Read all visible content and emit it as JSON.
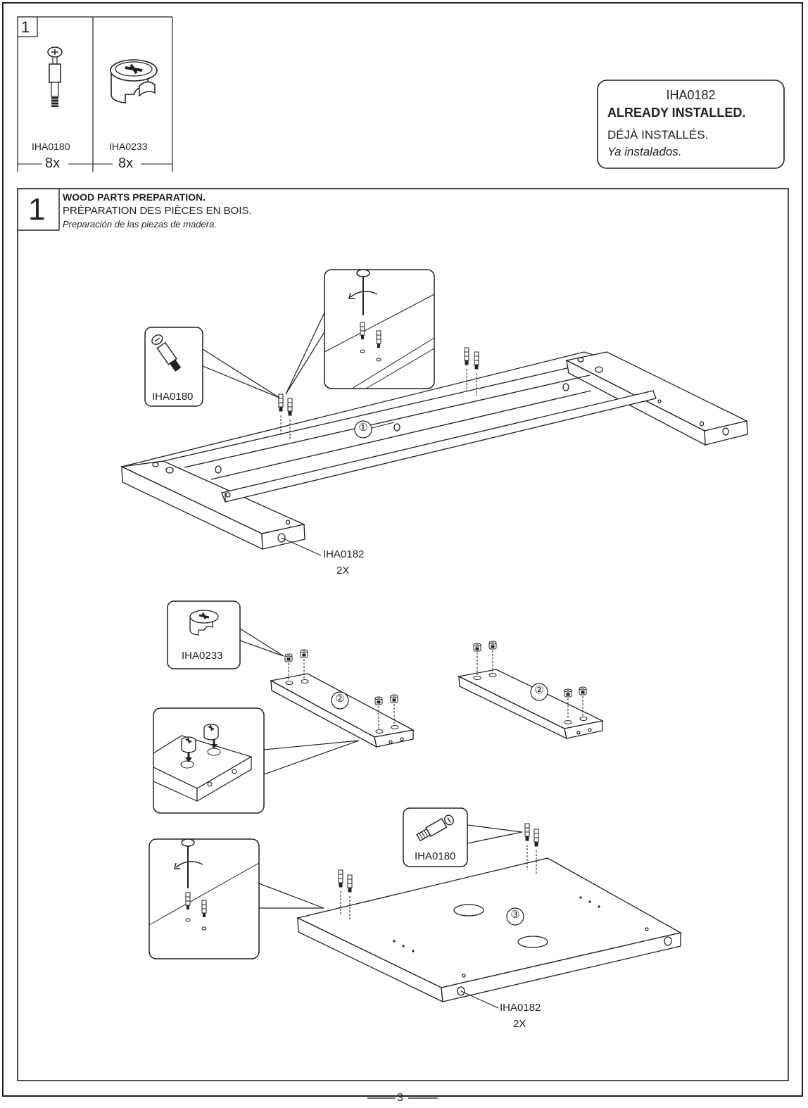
{
  "page": {
    "number": "3"
  },
  "parts_box": {
    "box_number": "1",
    "parts": [
      {
        "code": "IHA0180",
        "qty": "8x",
        "icon": "cam-bolt-icon"
      },
      {
        "code": "IHA0233",
        "qty": "8x",
        "icon": "cam-lock-icon"
      }
    ]
  },
  "notice": {
    "code": "IHA0182",
    "english": "ALREADY INSTALLED.",
    "french": "DÉJÀ INSTALLÉS.",
    "spanish": "Ya instalados."
  },
  "step": {
    "number": "1",
    "title_en": "WOOD PARTS PREPARATION.",
    "title_fr": "PRÉPARATION DES PIÈCES EN BOIS.",
    "title_es": "Preparación de las piezas de madera."
  },
  "callouts": {
    "bolt_a": "IHA0180",
    "bolt_b": "IHA0180",
    "camlock": "IHA0233",
    "dowel_top": {
      "code": "IHA0182",
      "qty": "2X"
    },
    "dowel_bottom": {
      "code": "IHA0182",
      "qty": "2X"
    }
  },
  "panels": {
    "frame": "①",
    "rail_left": "②",
    "rail_right": "②",
    "board": "③"
  }
}
